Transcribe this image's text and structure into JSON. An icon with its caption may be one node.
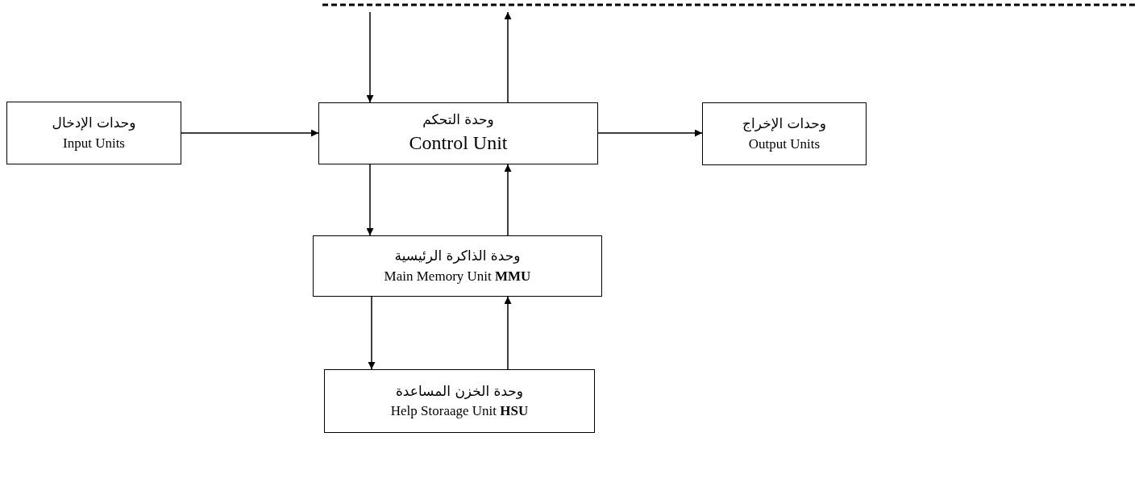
{
  "diagram": {
    "nodes": [
      {
        "text": [
          "وحدات الإدخال",
          "Input Units"
        ]
      },
      {
        "text": [
          "وحدة التحكم",
          "Control Unit"
        ]
      },
      {
        "text": [
          "وحدات الإخراج",
          "Output Units"
        ]
      },
      {
        "text": [
          "وحدة الذاكرة الرئيسية",
          "Main Memory Unit **MMU**"
        ]
      },
      {
        "text": [
          "وحدة الخزن المساعدة",
          "Help Storaage Unit **HSU**"
        ]
      }
    ],
    "edges": [
      {
        "from": null,
        "to": 1,
        "arrow": "to"
      },
      {
        "from": 1,
        "to": null,
        "arrow": "to"
      },
      {
        "from": 0,
        "to": 1,
        "arrow": "to"
      },
      {
        "from": 1,
        "to": 2,
        "arrow": "to"
      },
      {
        "from": 1,
        "to": 3,
        "arrow": "to"
      },
      {
        "from": 3,
        "to": 1,
        "arrow": "to"
      },
      {
        "from": 3,
        "to": 4,
        "arrow": "to"
      },
      {
        "from": 4,
        "to": 3,
        "arrow": "to"
      }
    ]
  }
}
